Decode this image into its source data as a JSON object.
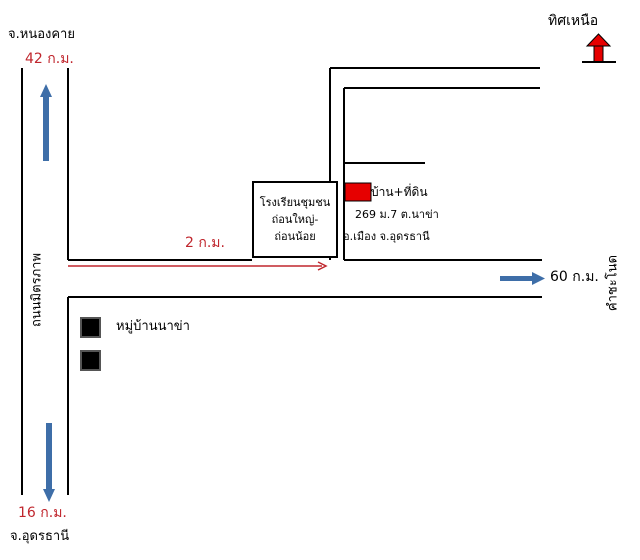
{
  "colors": {
    "road_line": "#000000",
    "route_arrow": "#c0262d",
    "blue_arrow": "#3e6ea8",
    "house_marker": "#e60000",
    "village_marker": "#000000",
    "distance_text": "#c0262d"
  },
  "north": {
    "label": "ทิศเหนือ"
  },
  "nongkhai": {
    "label": "จ.หนองคาย",
    "distance": "42 ก.ม."
  },
  "udon": {
    "label": "จ.อุดรธานี",
    "distance": "16 ก.ม."
  },
  "road_main": {
    "label": "ถนนมิตรภาพ"
  },
  "road_kham": {
    "label": "คำชะโนด",
    "distance": "60 ก.ม."
  },
  "route": {
    "distance": "2 ก.ม."
  },
  "school": {
    "line1": "โรงเรียนชุมชน",
    "line2": "ถ่อนใหญ่-",
    "line3": "ถ่อนน้อย"
  },
  "house": {
    "title": "บ้าน+ที่ดิน",
    "line2": "269 ม.7 ต.นาข่า",
    "line3": "อ.เมือง จ.อุดรธานี"
  },
  "village": {
    "label": "หมู่บ้านนาข่า"
  }
}
